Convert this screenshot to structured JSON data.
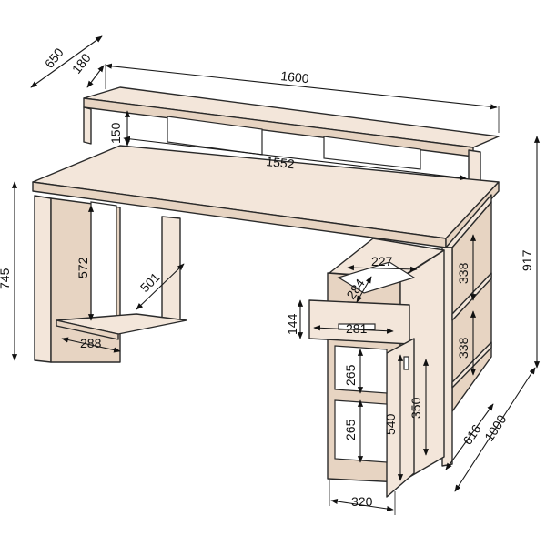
{
  "dimensions": {
    "total_width": "1600",
    "total_depth": "650",
    "shelf_depth": "180",
    "shelf_height": "150",
    "shelf_inner_width": "1552",
    "desk_height": "745",
    "total_height": "917",
    "left_opening_height": "572",
    "left_shelf_depth": "501",
    "left_shelf_width": "288",
    "drawer_width": "227",
    "drawer_depth": "284",
    "drawer_height": "144",
    "drawer_front_width": "281",
    "side_shelf_upper": "338",
    "side_shelf_lower": "338",
    "pedestal_niche_upper": "265",
    "pedestal_niche_lower": "265",
    "door_height": "540",
    "door_width": "350",
    "pedestal_width": "320",
    "side_unit_depth": "616",
    "side_unit_width": "1000"
  }
}
